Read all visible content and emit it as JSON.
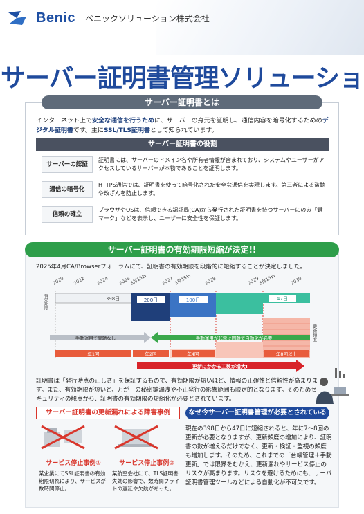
{
  "header": {
    "logo_text": "Benic",
    "company": "ベニックソリューション株式会社"
  },
  "title": "サーバー証明書管理ソリューション",
  "section1": {
    "heading": "サーバー証明書とは",
    "intro_1": "インターネット上で",
    "intro_b1": "安全な通信を行うため",
    "intro_2": "に、サーバーの身元を証明し、通信内容を暗号化するための",
    "intro_b2": "デジタル証明書",
    "intro_3": "です。主に",
    "intro_b3": "SSL/TLS証明書",
    "intro_4": "として知られています。",
    "roles_heading": "サーバー証明書の役割",
    "roles": [
      {
        "label": "サーバーの認証",
        "text": "証明書には、サーバーのドメイン名や所有者情報が含まれており、システムやユーザーがアクセスしているサーバーが本物であることを証明します。"
      },
      {
        "label": "通信の暗号化",
        "text": "HTTPS通信では、証明書を使って暗号化された安全な通信を実現します。第三者による盗聴や改ざんを防止します。"
      },
      {
        "label": "信頼の確立",
        "text": "ブラウザやOSは、信頼できる認証局(CA)から発行された証明書を持つサーバーにのみ「鍵マーク」などを表示し、ユーザーに安全性を保証します。"
      }
    ]
  },
  "section2": {
    "heading": "サーバー証明書の有効期限短縮が決定!!",
    "announcement": "2025年4月CA/Browserフォーラムにて、証明書の有効期限を段階的に短縮することが決定しました。",
    "timeline": {
      "years": [
        "2020",
        "2022",
        "2024",
        "2026",
        "3月15日〜",
        "2027",
        "3月15日〜",
        "2028",
        "2029",
        "3月15日〜",
        "2030"
      ],
      "y_label": "有効期限",
      "periods": [
        "398日",
        "200日",
        "100日",
        "47日"
      ],
      "bar_manual": "手動運用で問題なし",
      "bar_auto": "手動運用が非常に困難で自動化が必要",
      "freq_label": "更新頻度",
      "counts": [
        "年1回",
        "年2回",
        "年4回",
        "年8回以上"
      ],
      "workload": "更新にかかる工数が増大!"
    },
    "body": "証明書は「発行時点の正しさ」を保証するもので、有効期限が短いほど、情報の正確性と信頼性が高まります。また、有効期限が短いと、万が一の秘密鍵漏洩や不正発行の影響範囲も限定的となります。そのためセキュリティの観点から、証明書の有効期限の短縮化が必要とされています。",
    "cases_heading": "サーバー証明書の更新漏れによる障害事例",
    "cases": [
      {
        "title": "サービス停止事例①",
        "text": "某企業にてSSL証明書の有効期限切れにより、サービスが数時間停止。"
      },
      {
        "title": "サービス停止事例②",
        "text": "某航空会社にて、TLS証明書失効の影響で、数時間フライトの遅延や欠航があった。"
      }
    ],
    "why_heading": "なぜ今サーバー証明書管理が必要とされているのか",
    "why_text": "現在の398日から47日に短縮されると、年に7〜8回の更新が必要となりますが、更新頻度の増加により、証明書の数が増えるだけでなく、更新・検証・監視の頻度も増加します。そのため、これまでの「台帳管理＋手動更新」では限界をむかえ、更新漏れやサービス停止のリスクが高まります。リスクを避けるためにも、サーバ証明書管理ツールなどによる自動化が不可欠です。"
  },
  "colors": {
    "brand_blue": "#1f4a9c",
    "green": "#2e9e4a",
    "red": "#d9362c",
    "gray_header": "#5f6b7a"
  }
}
